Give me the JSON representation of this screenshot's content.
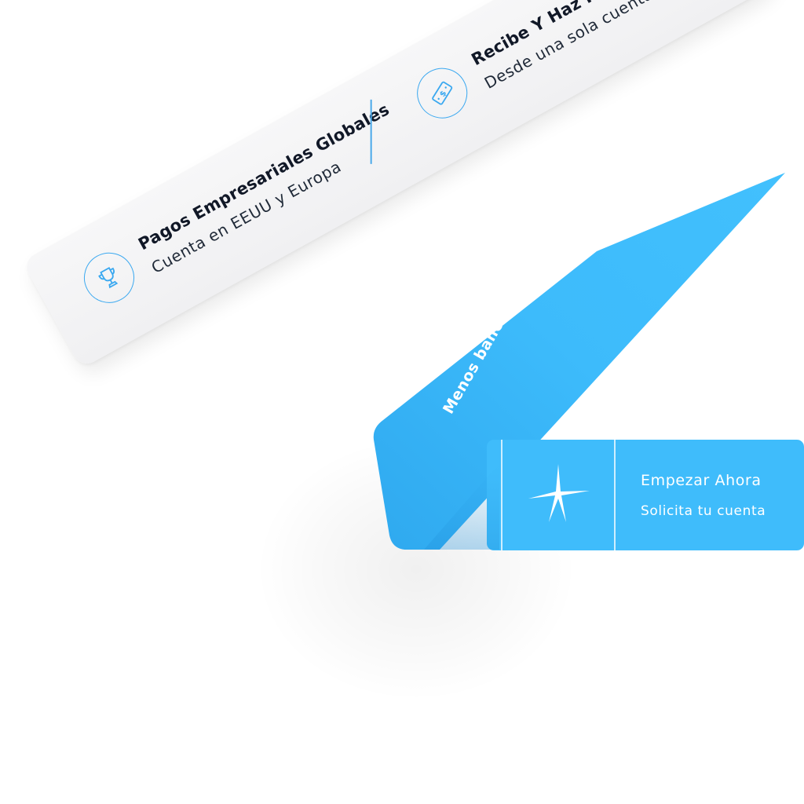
{
  "features": [
    {
      "icon": "trophy-icon",
      "title": "Pagos Empresariales Globales",
      "subtitle": "Cuenta en EEUU y Europa"
    },
    {
      "icon": "money-bill-icon",
      "title": "Recibe Y Haz Pagos",
      "subtitle": "Desde una sola cuenta"
    }
  ],
  "ribbon_label": "Menos bancos. Más control.",
  "cta": {
    "icon": "sparkle-star-icon",
    "title": "Empezar Ahora",
    "subtitle": "Solicita tu cuenta"
  },
  "colors": {
    "accent_blue": "#3fbcfb",
    "accent_blue_dark": "#2aa6ec",
    "icon_blue": "#3aa8f0",
    "band_white": "#f3f3f5",
    "title_text": "#111827"
  }
}
